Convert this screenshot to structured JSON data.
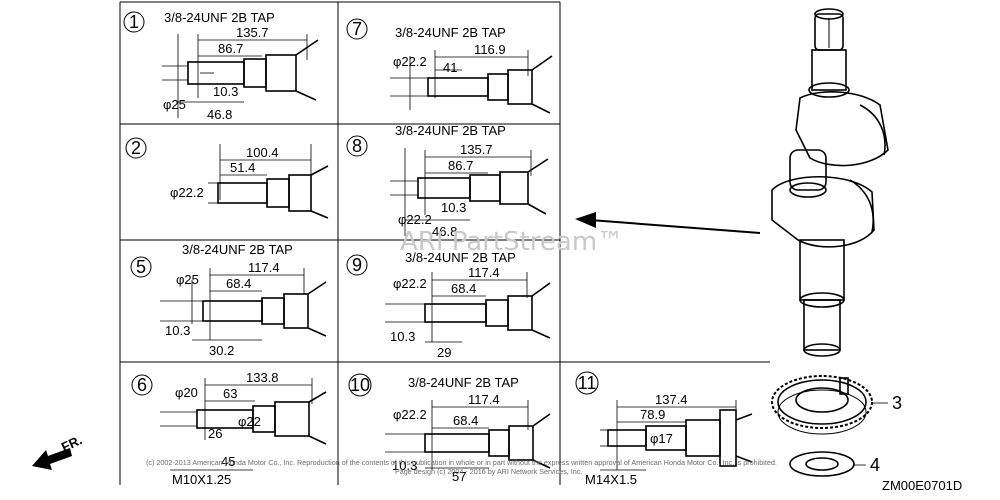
{
  "diagram": {
    "panels": [
      {
        "index": "1",
        "tap": "3/8-24UNF 2B TAP",
        "dims": [
          "135.7",
          "86.7",
          "10.3",
          "46.8"
        ],
        "dias": [
          "φ25"
        ]
      },
      {
        "index": "2",
        "dims": [
          "100.4",
          "51.4"
        ],
        "dias": [
          "φ22.2"
        ]
      },
      {
        "index": "5",
        "tap": "3/8-24UNF 2B TAP",
        "dims": [
          "117.4",
          "68.4",
          "10.3",
          "30.2"
        ],
        "dias": [
          "φ25"
        ]
      },
      {
        "index": "6",
        "dims": [
          "133.8",
          "63",
          "26",
          "45"
        ],
        "dias": [
          "φ20",
          "φ22"
        ],
        "thread": "M10X1.25"
      },
      {
        "index": "7",
        "tap": "3/8-24UNF 2B TAP",
        "dims": [
          "116.9",
          "41"
        ],
        "dias": [
          "φ22.2"
        ]
      },
      {
        "index": "8",
        "tap": "3/8-24UNF 2B TAP",
        "dims": [
          "135.7",
          "86.7",
          "10.3",
          "46.8"
        ],
        "dias": [
          "φ22.2"
        ]
      },
      {
        "index": "9",
        "tap": "3/8-24UNF 2B TAP",
        "dims": [
          "117.4",
          "68.4",
          "10.3",
          "29"
        ],
        "dias": [
          "φ22.2"
        ]
      },
      {
        "index": "10",
        "tap": "3/8-24UNF 2B TAP",
        "dims": [
          "117.4",
          "68.4",
          "10.3",
          "57"
        ],
        "dias": [
          "φ22.2"
        ]
      },
      {
        "index": "11",
        "dims": [
          "137.4",
          "78.9"
        ],
        "dias": [
          "φ17"
        ],
        "thread": "M14X1.5"
      }
    ],
    "callouts": [
      "3",
      "4"
    ],
    "direction_label": "FR.",
    "watermark": "ARI PartStream™",
    "copyright_line1": "(c) 2002-2013 American Honda Motor Co., Inc. Reproduction of the contents of this publication in whole or in part without the express written approval of American Honda Motor Co., Inc. is prohibited.",
    "copyright_line2": "Page design (c) 2004 - 2016 by ARI Network Services, Inc.",
    "drawing_code": "ZM00E0701D"
  }
}
